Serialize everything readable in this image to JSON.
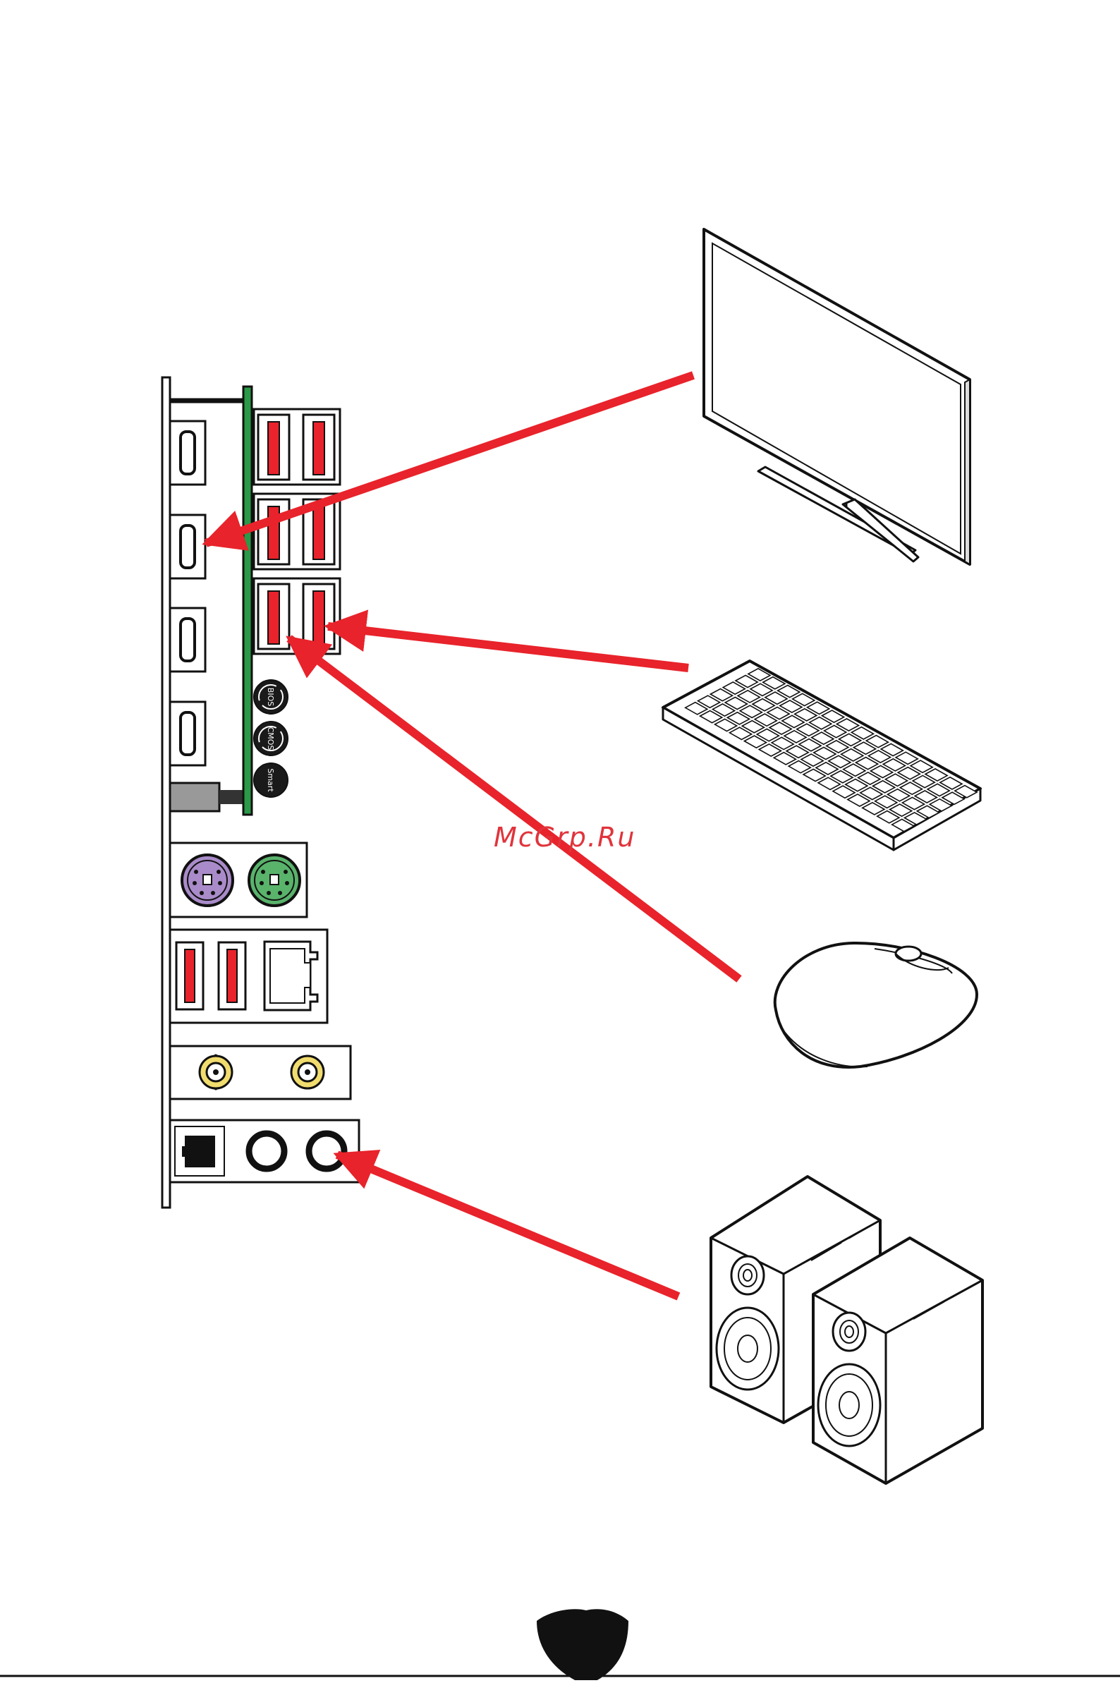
{
  "watermark": "McGrp.Ru",
  "io_panel": {
    "buttons": [
      "BIOS",
      "CMOS",
      "Smart"
    ]
  },
  "devices": [
    "monitor",
    "keyboard",
    "mouse",
    "speakers"
  ],
  "colors": {
    "arrow": "#e8232b",
    "usb_red": "#e8232b",
    "board_green": "#2a9a48",
    "ps2_mouse": "#a98bc9",
    "ps2_keyboard": "#59b36b",
    "antenna_gold": "#f1dc6e"
  },
  "icons": [
    "msi-shield-icon"
  ]
}
